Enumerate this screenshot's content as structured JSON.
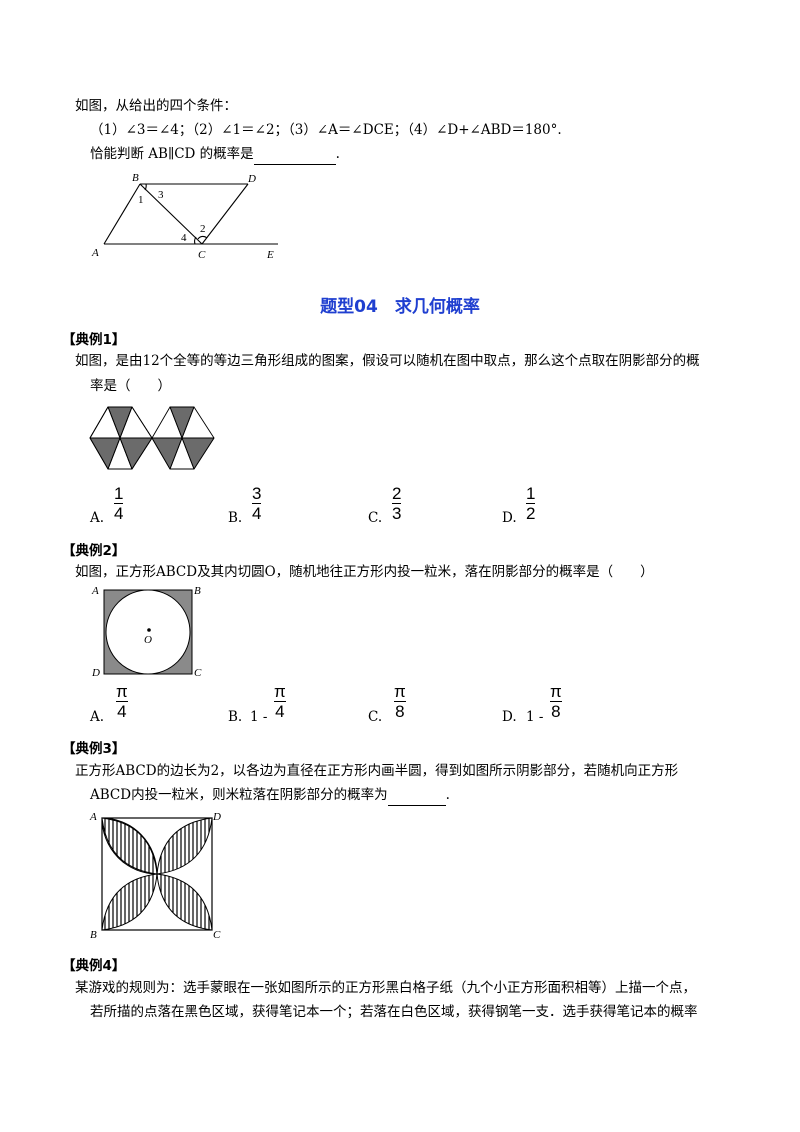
{
  "q1": {
    "intro": "如图，从给出的四个条件：",
    "conditions": "（1）∠3＝∠4；（2）∠1＝∠2；（3）∠A＝∠DCE；（4）∠D+∠ABD＝180°.",
    "question": "恰能判断 AB∥CD 的概率是",
    "end": ".",
    "figure_labels": {
      "b": "B",
      "d": "D",
      "a": "A",
      "c": "C",
      "e": "E",
      "n1": "1",
      "n2": "2",
      "n3": "3",
      "n4": "4"
    }
  },
  "section_title": "题型04　求几何概率",
  "ex1": {
    "tag": "【典例1】",
    "line1": "如图，是由12个全等的等边三角形组成的图案，假设可以随机在图中取点，那么这个点取在阴影部分的概",
    "line2": "率是（　　）",
    "options": [
      {
        "letter": "A.",
        "num": "1",
        "den": "4"
      },
      {
        "letter": "B.",
        "num": "3",
        "den": "4"
      },
      {
        "letter": "C.",
        "num": "2",
        "den": "3"
      },
      {
        "letter": "D.",
        "num": "1",
        "den": "2"
      }
    ]
  },
  "ex2": {
    "tag": "【典例2】",
    "line1": "如图，正方形ABCD及其内切圆O，随机地往正方形内投一粒米，落在阴影部分的概率是（　　）",
    "figure_labels": {
      "a": "A",
      "b": "B",
      "c": "C",
      "d": "D",
      "o": "O"
    },
    "options": [
      {
        "letter": "A.",
        "prefix": "",
        "num": "π",
        "den": "4"
      },
      {
        "letter": "B.",
        "prefix": "1 -",
        "num": "π",
        "den": "4"
      },
      {
        "letter": "C.",
        "prefix": "",
        "num": "π",
        "den": "8"
      },
      {
        "letter": "D.",
        "prefix": "1 -",
        "num": "π",
        "den": "8"
      }
    ]
  },
  "ex3": {
    "tag": "【典例3】",
    "line1": "正方形ABCD的边长为2，以各边为直径在正方形内画半圆，得到如图所示阴影部分，若随机向正方形",
    "line2": "ABCD内投一粒米，则米粒落在阴影部分的概率为",
    "end": ".",
    "figure_labels": {
      "a": "A",
      "b": "B",
      "c": "C",
      "d": "D"
    }
  },
  "ex4": {
    "tag": "【典例4】",
    "line1": "某游戏的规则为：选手蒙眼在一张如图所示的正方形黑白格子纸（九个小正方形面积相等）上描一个点，",
    "line2": "若所描的点落在黑色区域，获得笔记本一个；若落在白色区域，获得钢笔一支．选手获得笔记本的概率"
  }
}
